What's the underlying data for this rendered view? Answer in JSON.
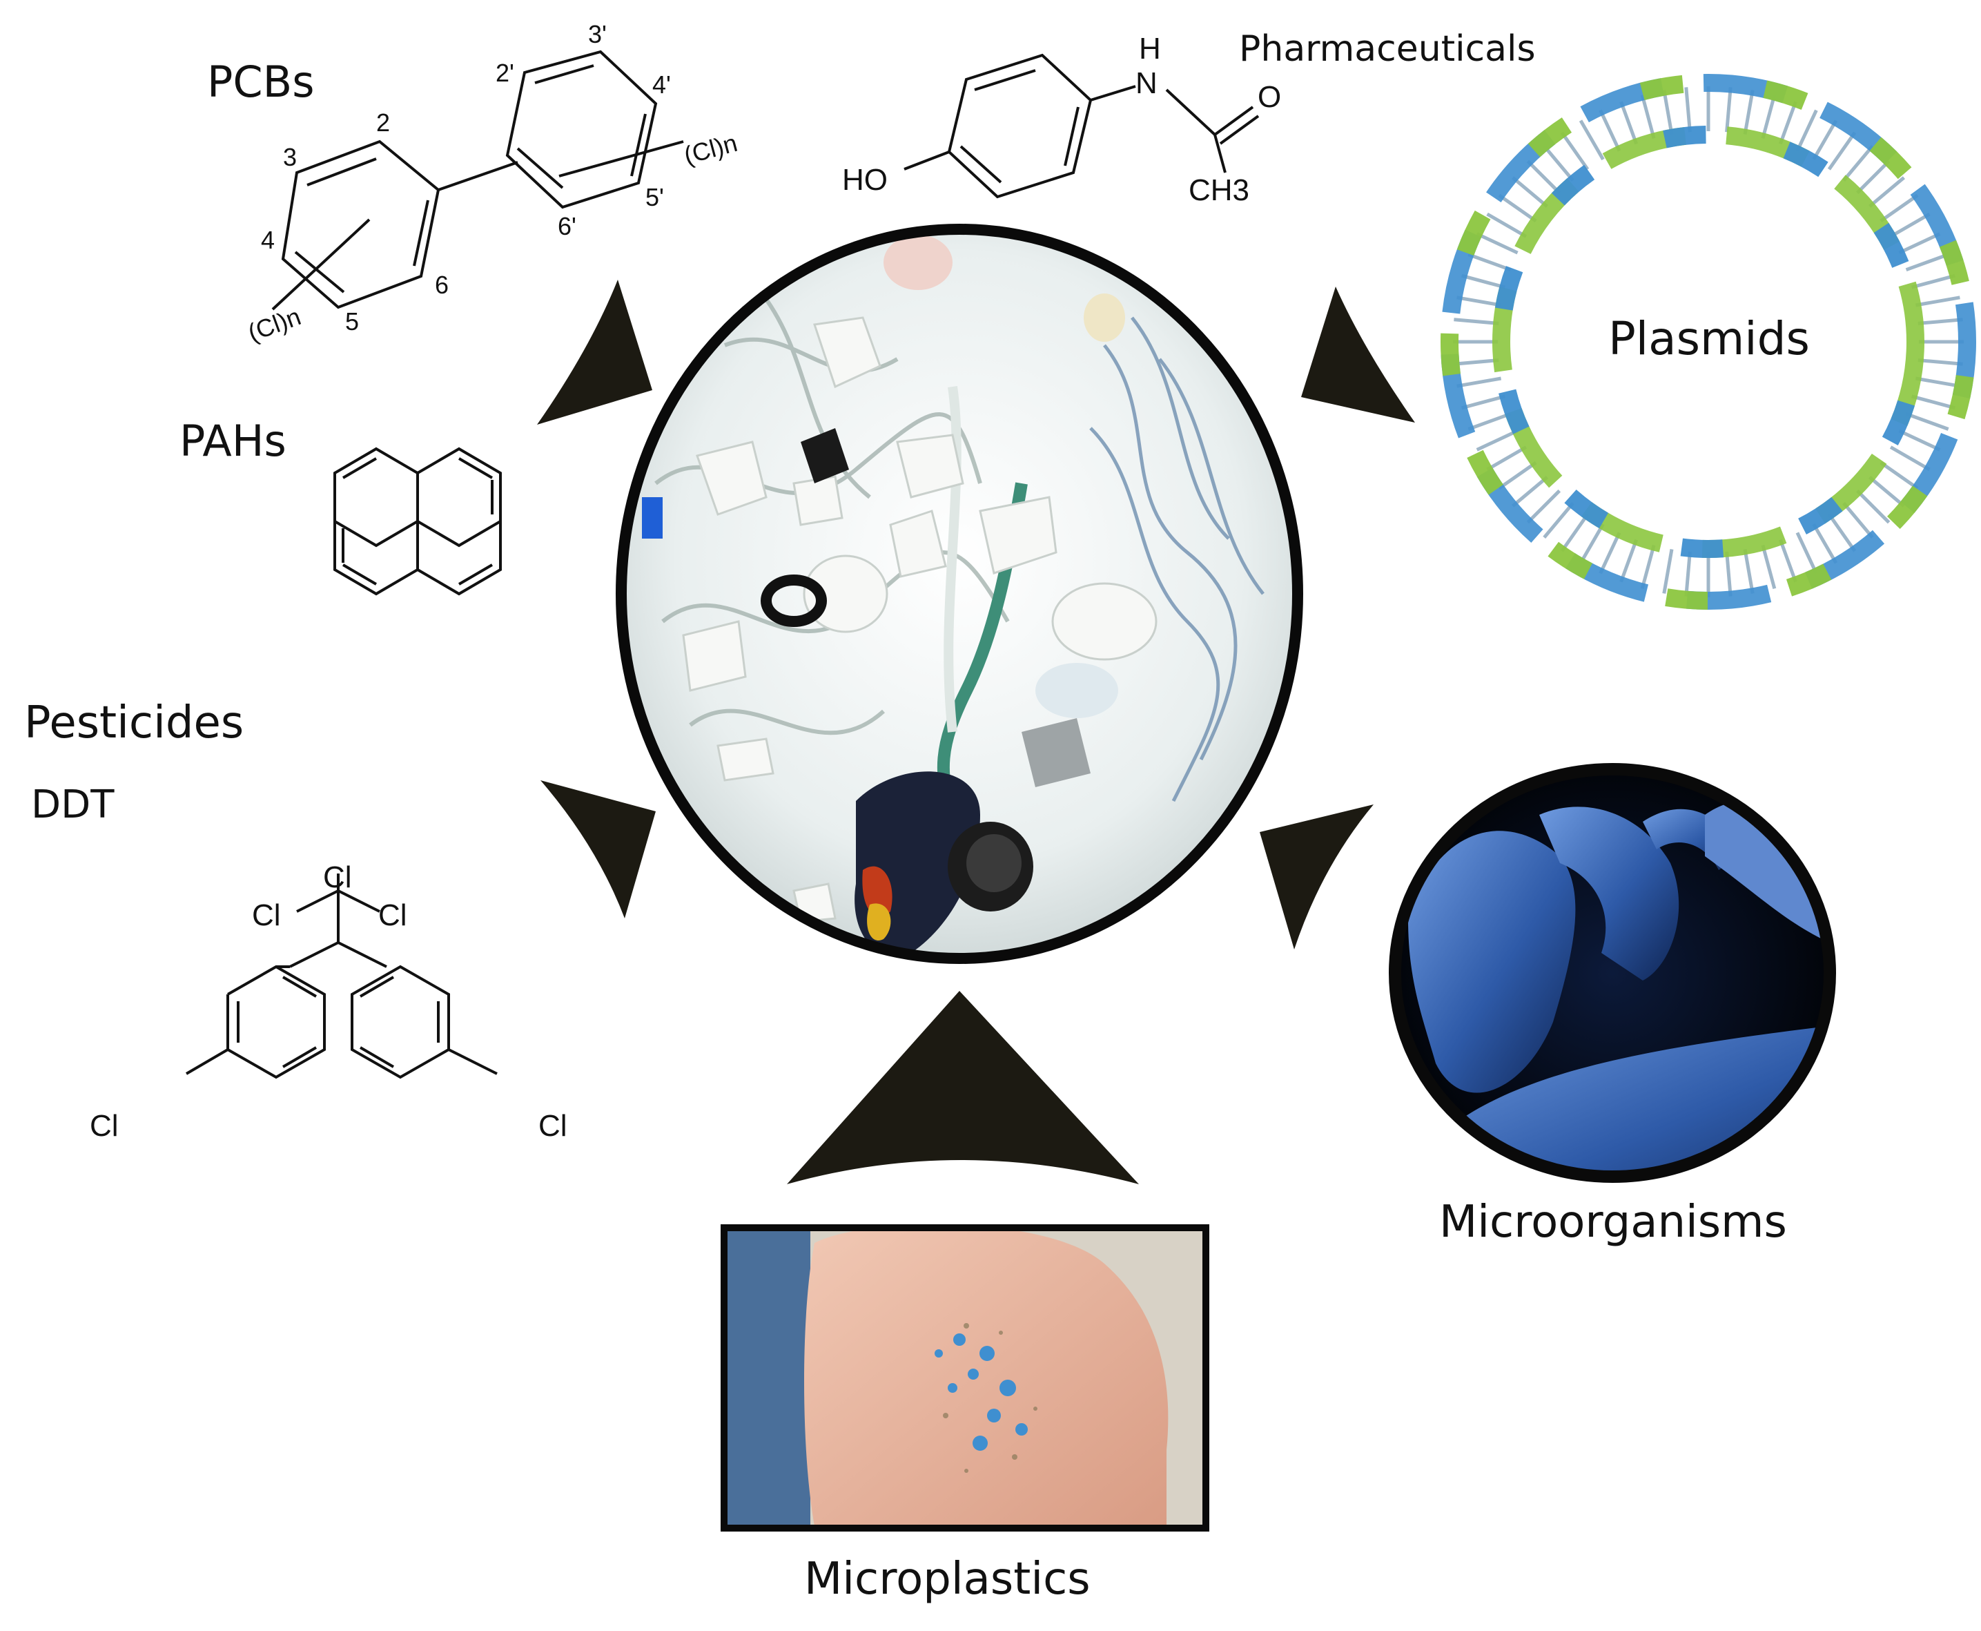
{
  "labels": {
    "pcbs": "PCBs",
    "pharmaceuticals": "Pharmaceuticals",
    "plasmids": "Plasmids",
    "pahs": "PAHs",
    "pesticides": "Pesticides",
    "ddt": "DDT",
    "microorganisms": "Microorganisms",
    "microplastics": "Microplastics"
  },
  "pcb_atoms": {
    "n2": "2",
    "n3": "3",
    "n4": "4",
    "n5": "5",
    "n6": "6",
    "p2": "2'",
    "p3": "3'",
    "p4": "4'",
    "p5": "5'",
    "p6": "6'",
    "cln_left": "(Cl)n",
    "cln_right": "(Cl)n"
  },
  "pharma_atoms": {
    "h": "H",
    "n": "N",
    "o": "O",
    "ho": "HO",
    "ch3": "CH3"
  },
  "ddt_atoms": {
    "cl_top": "Cl",
    "cl_left": "Cl",
    "cl_right": "Cl",
    "cl_ring_left": "Cl",
    "cl_ring_right": "Cl"
  },
  "colors": {
    "arrow": "#1c1a12",
    "frame": "#0a0a0a",
    "dna_green": "#8cc63f",
    "dna_blue": "#3f8fd0",
    "bacteria_blue": "#2e5aa8"
  }
}
